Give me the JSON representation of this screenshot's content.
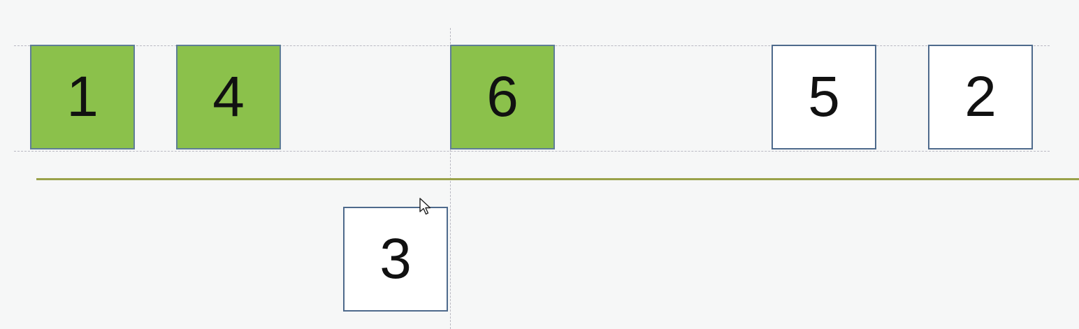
{
  "cards": [
    {
      "id": "1",
      "label": "1",
      "state": "selected",
      "color": "#8bc14b"
    },
    {
      "id": "4",
      "label": "4",
      "state": "selected",
      "color": "#8bc14b"
    },
    {
      "id": "6",
      "label": "6",
      "state": "selected",
      "color": "#8bc14b"
    },
    {
      "id": "5",
      "label": "5",
      "state": "unselected",
      "color": "#ffffff"
    },
    {
      "id": "2",
      "label": "2",
      "state": "unselected",
      "color": "#ffffff"
    },
    {
      "id": "3",
      "label": "3",
      "state": "dragging",
      "color": "#ffffff"
    }
  ],
  "colors": {
    "selected_fill": "#8bc14b",
    "unselected_fill": "#ffffff",
    "card_border": "#4e6a8c",
    "baseline": "#9aa24a",
    "guide": "#b9b9c2"
  },
  "icons": {
    "cursor": "mouse-pointer-icon"
  }
}
